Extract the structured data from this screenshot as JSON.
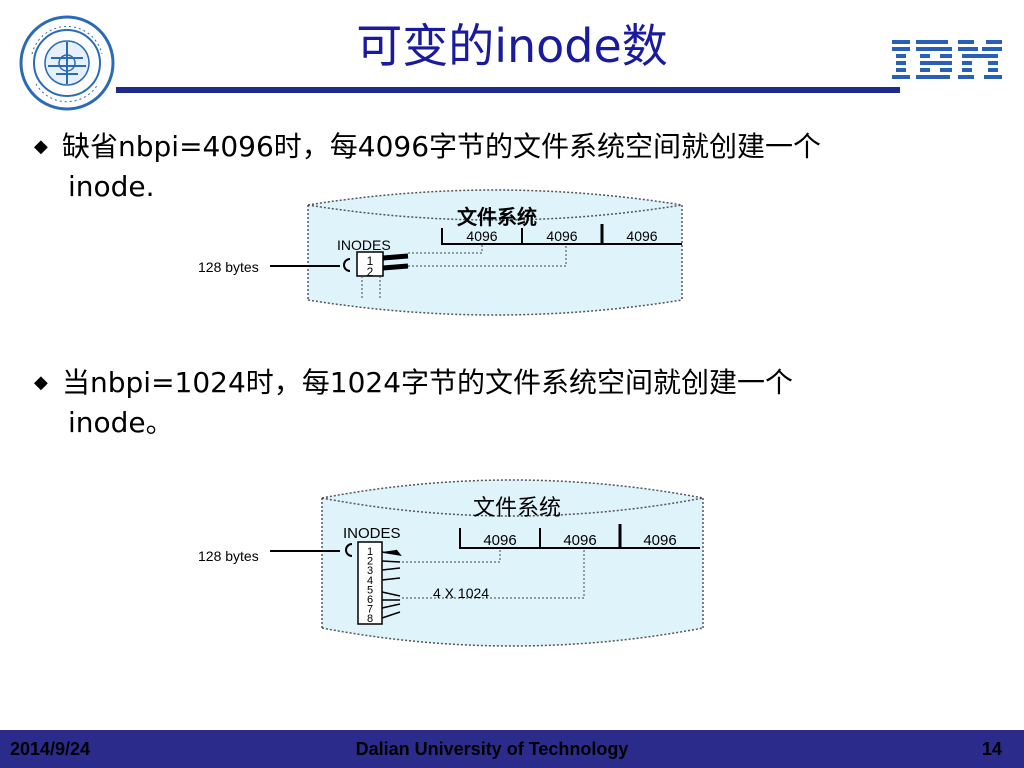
{
  "header": {
    "title": "可变的inode数"
  },
  "bullets": [
    {
      "line1": "缺省nbpi=4096时，每4096字节的文件系统空间就创建一个",
      "line2": "inode."
    },
    {
      "line1": "当nbpi=1024时，每1024字节的文件系统空间就创建一个",
      "line2": "inode。"
    }
  ],
  "diagram1": {
    "title": "文件系统",
    "inodes_label": "INODES",
    "size_label": "128 bytes",
    "blocks": [
      "4096",
      "4096",
      "4096"
    ],
    "inode_numbers": [
      "1",
      "2"
    ]
  },
  "diagram2": {
    "title": "文件系统",
    "inodes_label": "INODES",
    "size_label": "128 bytes",
    "blocks": [
      "4096",
      "4096",
      "4096"
    ],
    "inode_numbers": [
      "1",
      "2",
      "3",
      "4",
      "5",
      "6",
      "7",
      "8"
    ],
    "range_label": "4 X 1024"
  },
  "footer": {
    "date": "2014/9/24",
    "institution": "Dalian University of Technology",
    "page": "14"
  },
  "colors": {
    "title": "#1a1a9c",
    "rule": "#1e2b8a",
    "footer_bg": "#2b2b8c",
    "cylinder_fill": "#dff3fb"
  },
  "icons": {
    "logo": "university-seal-icon",
    "ibm": "ibm-logo-icon",
    "bullet": "diamond-bullet-icon"
  }
}
